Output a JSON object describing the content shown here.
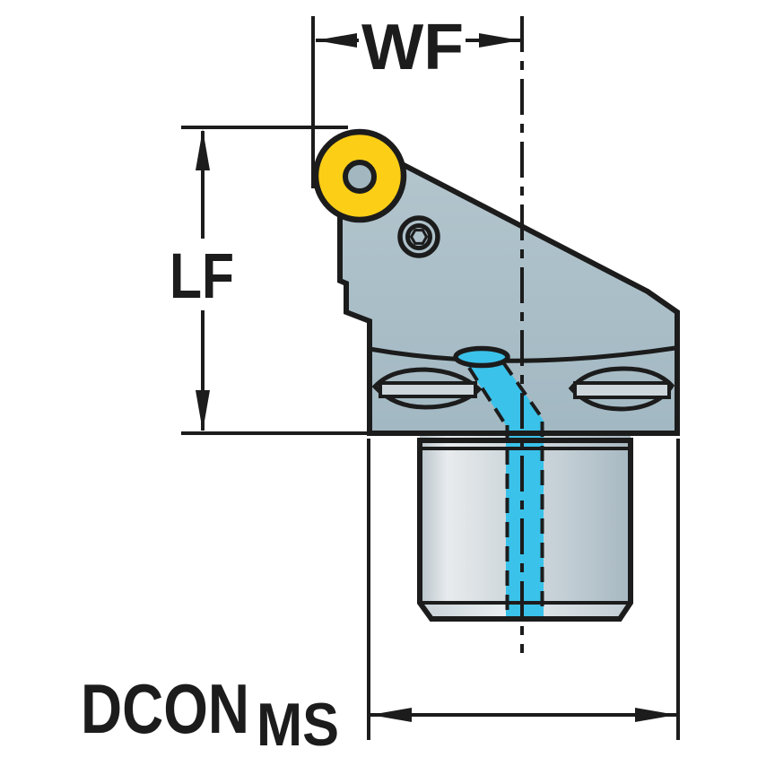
{
  "labels": {
    "wf": "WF",
    "lf": "LF",
    "dcon": "DCON",
    "dcon_sub": "MS"
  },
  "colors": {
    "line": "#1c1c1c",
    "insert_yellow": "#fcce16",
    "insert_hole_gray": "#a2b7c0",
    "coolant_cyan": "#3ac2ea",
    "body_gray": "#aabfc9",
    "background": "#ffffff"
  }
}
